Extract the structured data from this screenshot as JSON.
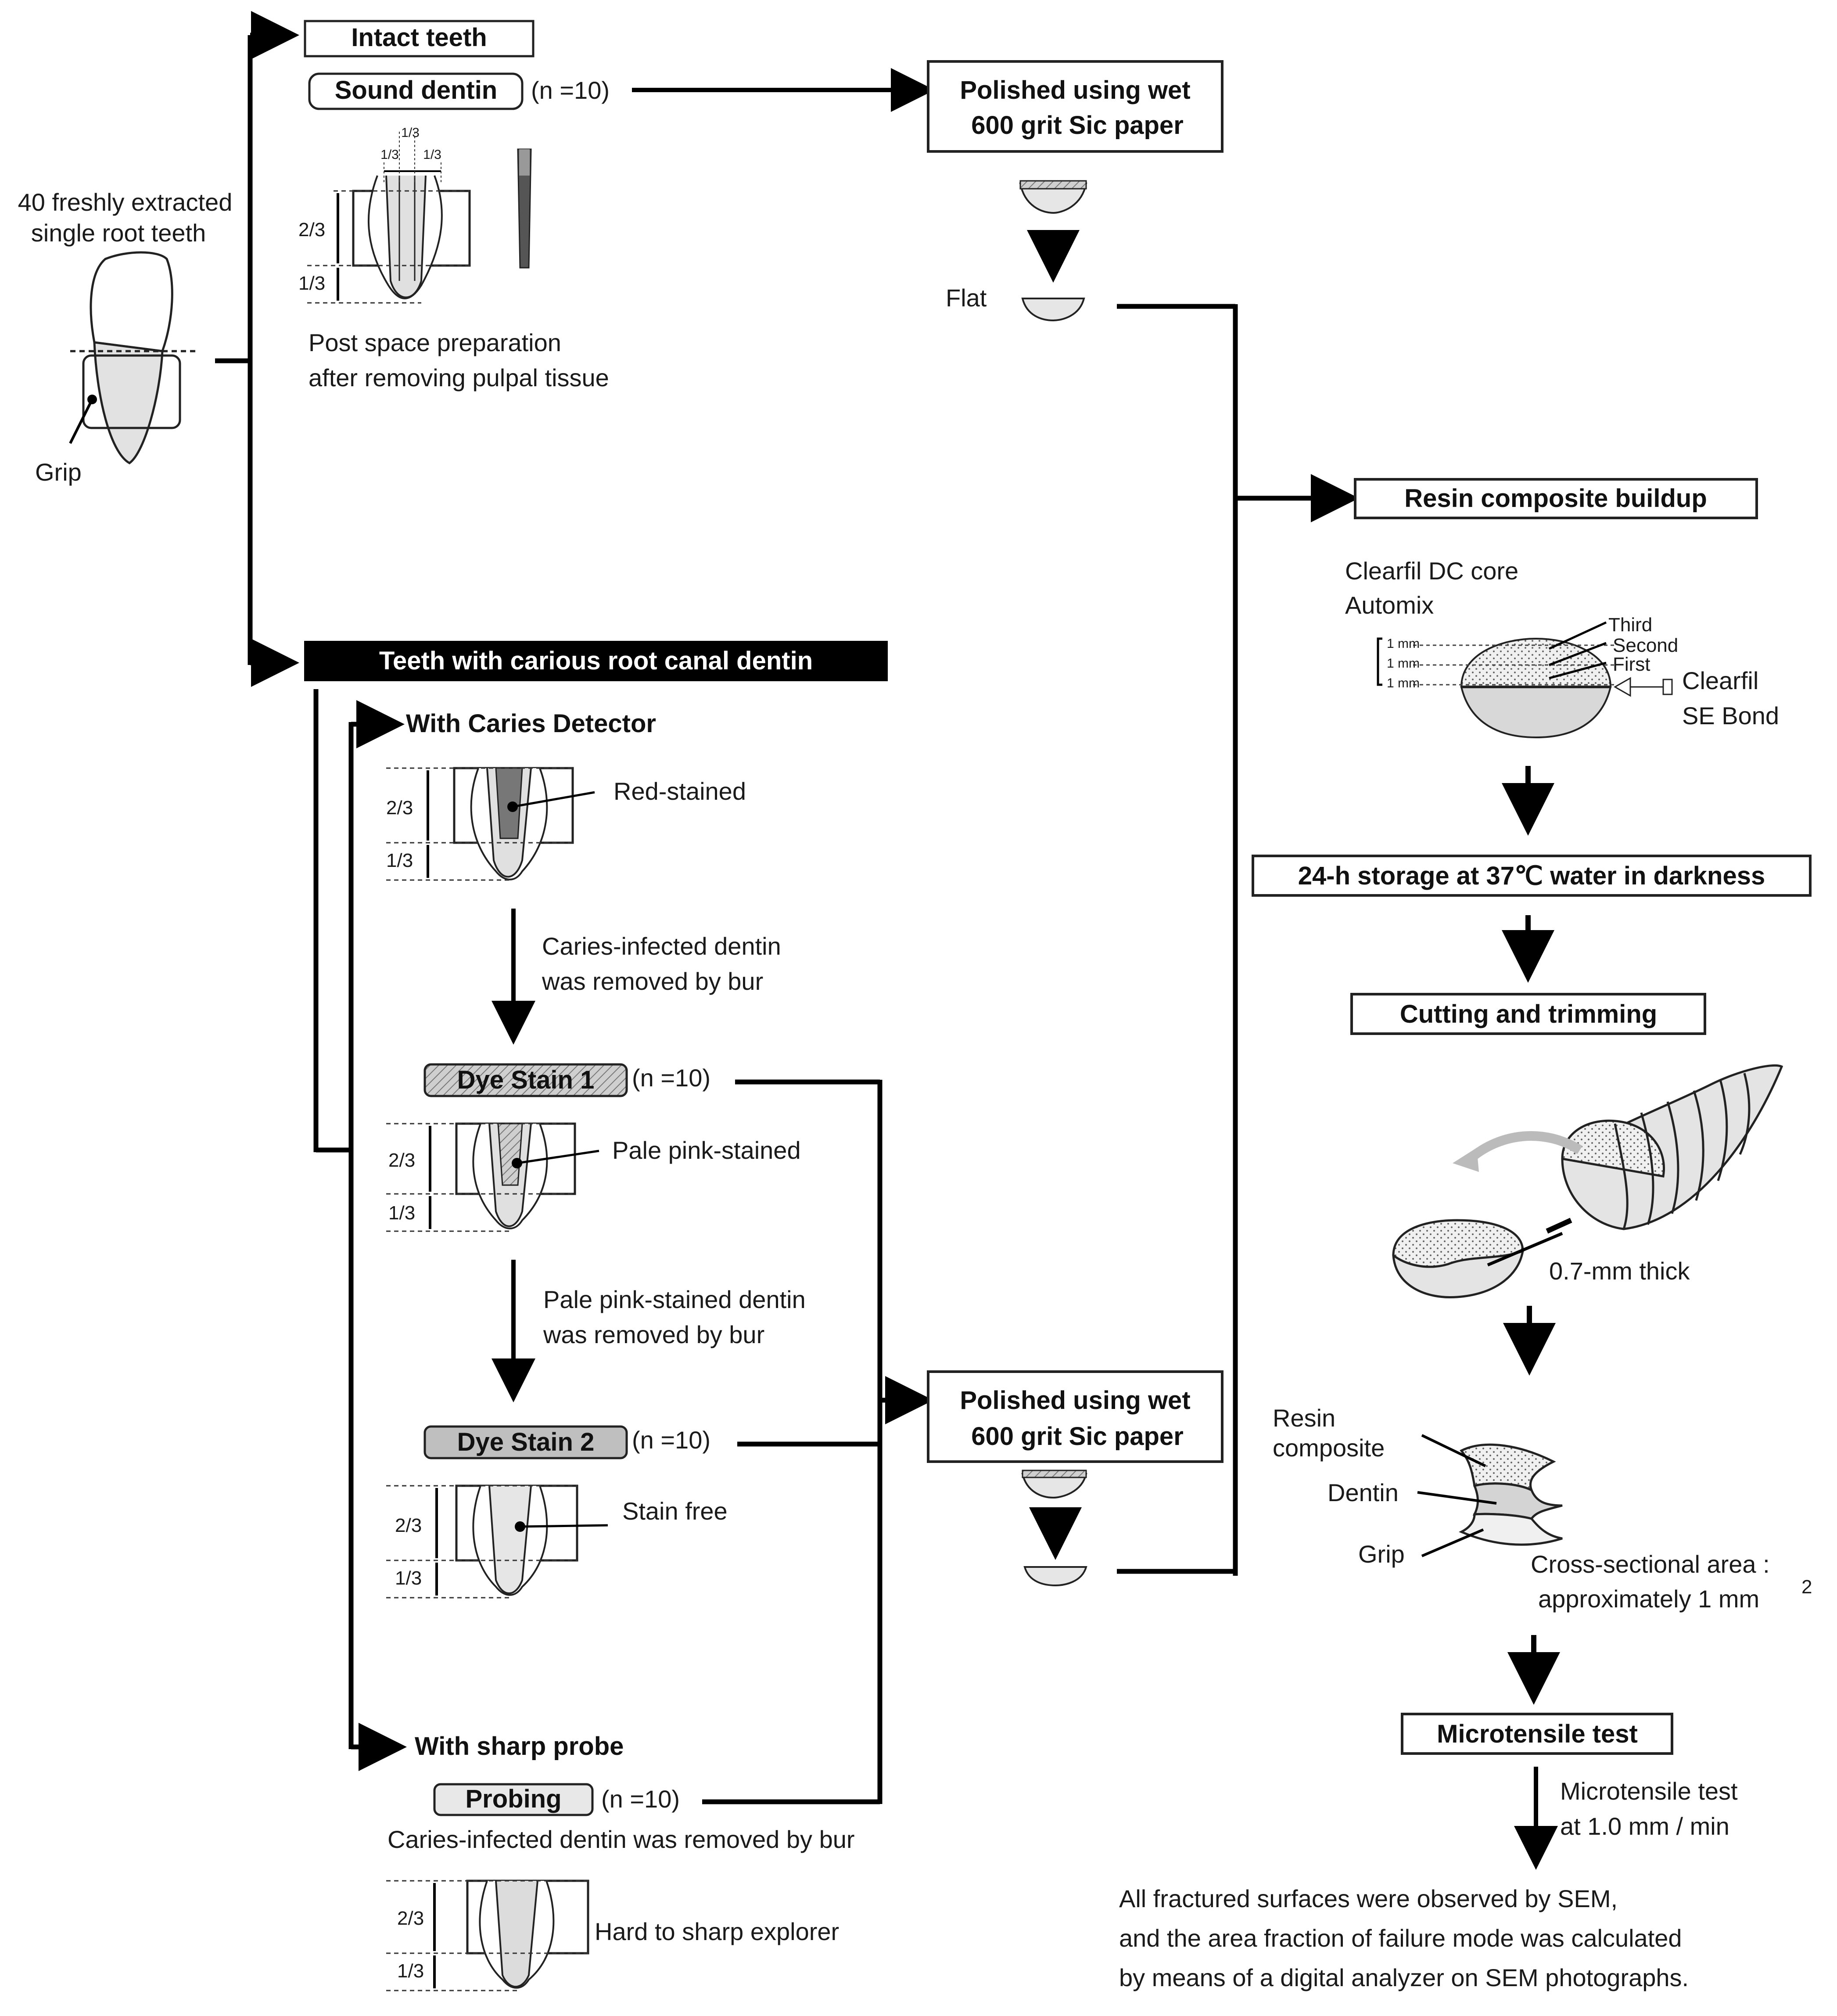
{
  "start": {
    "label_line1": "40 freshly extracted",
    "label_line2": "single root teeth",
    "grip": "Grip"
  },
  "intact": {
    "title": "Intact teeth",
    "sound_dentin": "Sound dentin",
    "n": "(n =10)",
    "frac_top_mid": "1/3",
    "frac_top_left": "1/3",
    "frac_top_right": "1/3",
    "frac_two_thirds": "2/3",
    "frac_one_third": "1/3",
    "post_line1": "Post space preparation",
    "post_line2": "after removing  pulpal  tissue"
  },
  "polish1": {
    "line1": "Polished using wet",
    "line2": "600 grit Sic paper",
    "flat": "Flat"
  },
  "carious": {
    "title": "Teeth  with carious root canal dentin",
    "detector": "With Caries Detector",
    "red": "Red-stained",
    "removed1_line1": "Caries-infected dentin",
    "removed1_line2": "was removed  by bur",
    "dye1": "Dye Stain 1",
    "n1": "(n =10)",
    "pale": "Pale pink-stained",
    "removed2_line1": "Pale pink-stained dentin",
    "removed2_line2": "was removed  by bur",
    "dye2": "Dye Stain 2",
    "n2": "(n =10)",
    "stainfree": "Stain free",
    "probe": "With sharp probe",
    "probing": "Probing",
    "n3": "(n =10)",
    "probe_removed": "Caries-infected dentin was removed  by bur",
    "hard": "Hard to sharp explorer",
    "frac_two_thirds": "2/3",
    "frac_one_third": "1/3"
  },
  "polish2": {
    "line1": "Polished using wet",
    "line2": "600 grit Sic paper"
  },
  "buildup": {
    "title": "Resin composite  buildup",
    "core_line1": "Clearfil DC core",
    "core_line2": "Automix",
    "mm": "1 mm",
    "third": "Third",
    "second": "Second",
    "first": "First",
    "bond_line1": "Clearfil",
    "bond_line2": "SE Bond"
  },
  "storage": "24-h storage at 37℃ water in darkness",
  "cutting": {
    "title": "Cutting and trimming",
    "thick": "0.7-mm thick"
  },
  "specimen": {
    "resin_line1": "Resin",
    "resin_line2": "composite",
    "dentin": "Dentin",
    "grip": "Grip",
    "area_line1": "Cross-sectional area :",
    "area_line2": "approximately   1 mm",
    "area_sup": "2"
  },
  "micro": {
    "title": "Microtensile  test",
    "desc_line1": "Microtensile test",
    "desc_line2": "at 1.0 mm / min"
  },
  "conclusion": {
    "line1": "All fractured surfaces were observed  by SEM,",
    "line2": "and the area fraction of failure mode was calculated",
    "line3": "by means of a digital analyzer on SEM photographs."
  }
}
